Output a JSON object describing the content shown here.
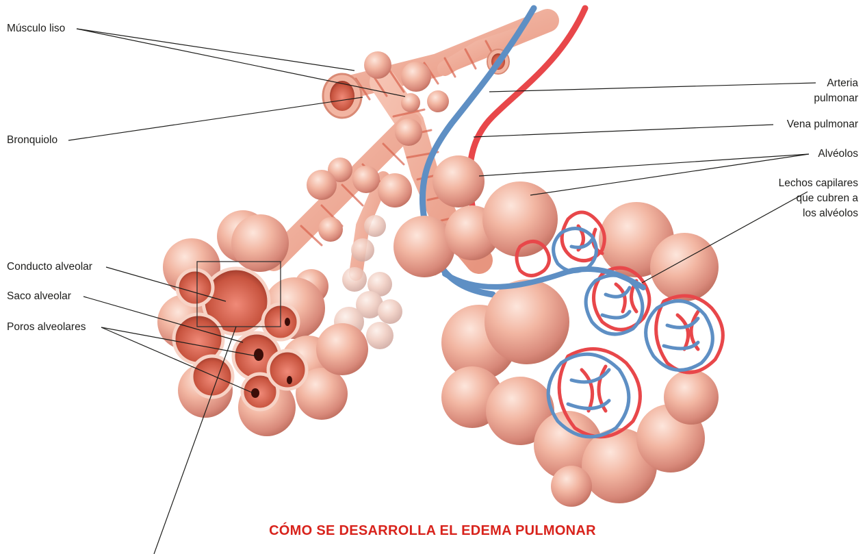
{
  "labels": {
    "musculo_liso": "Músculo liso",
    "bronquiolo": "Bronquiolo",
    "conducto_alveolar": "Conducto alveolar",
    "saco_alveolar": "Saco alveolar",
    "poros_alveolares": "Poros alveolares",
    "arteria_pulmonar_1": "Arteria",
    "arteria_pulmonar_2": "pulmonar",
    "vena_pulmonar": "Vena pulmonar",
    "alveolos": "Alvéolos",
    "lechos_1": "Lechos capilares",
    "lechos_2": "que cubren a",
    "lechos_3": "los alvéolos"
  },
  "title": "CÓMO SE DESARROLLA EL EDEMA PULMONAR",
  "colors": {
    "title": "#d8231c",
    "alveolus": "#f2b4a0",
    "alveolus_dark": "#d98470",
    "muscle": "#e07a66",
    "artery": "#e8474a",
    "vein": "#5e8fc4",
    "leader": "#1d1d1b"
  }
}
